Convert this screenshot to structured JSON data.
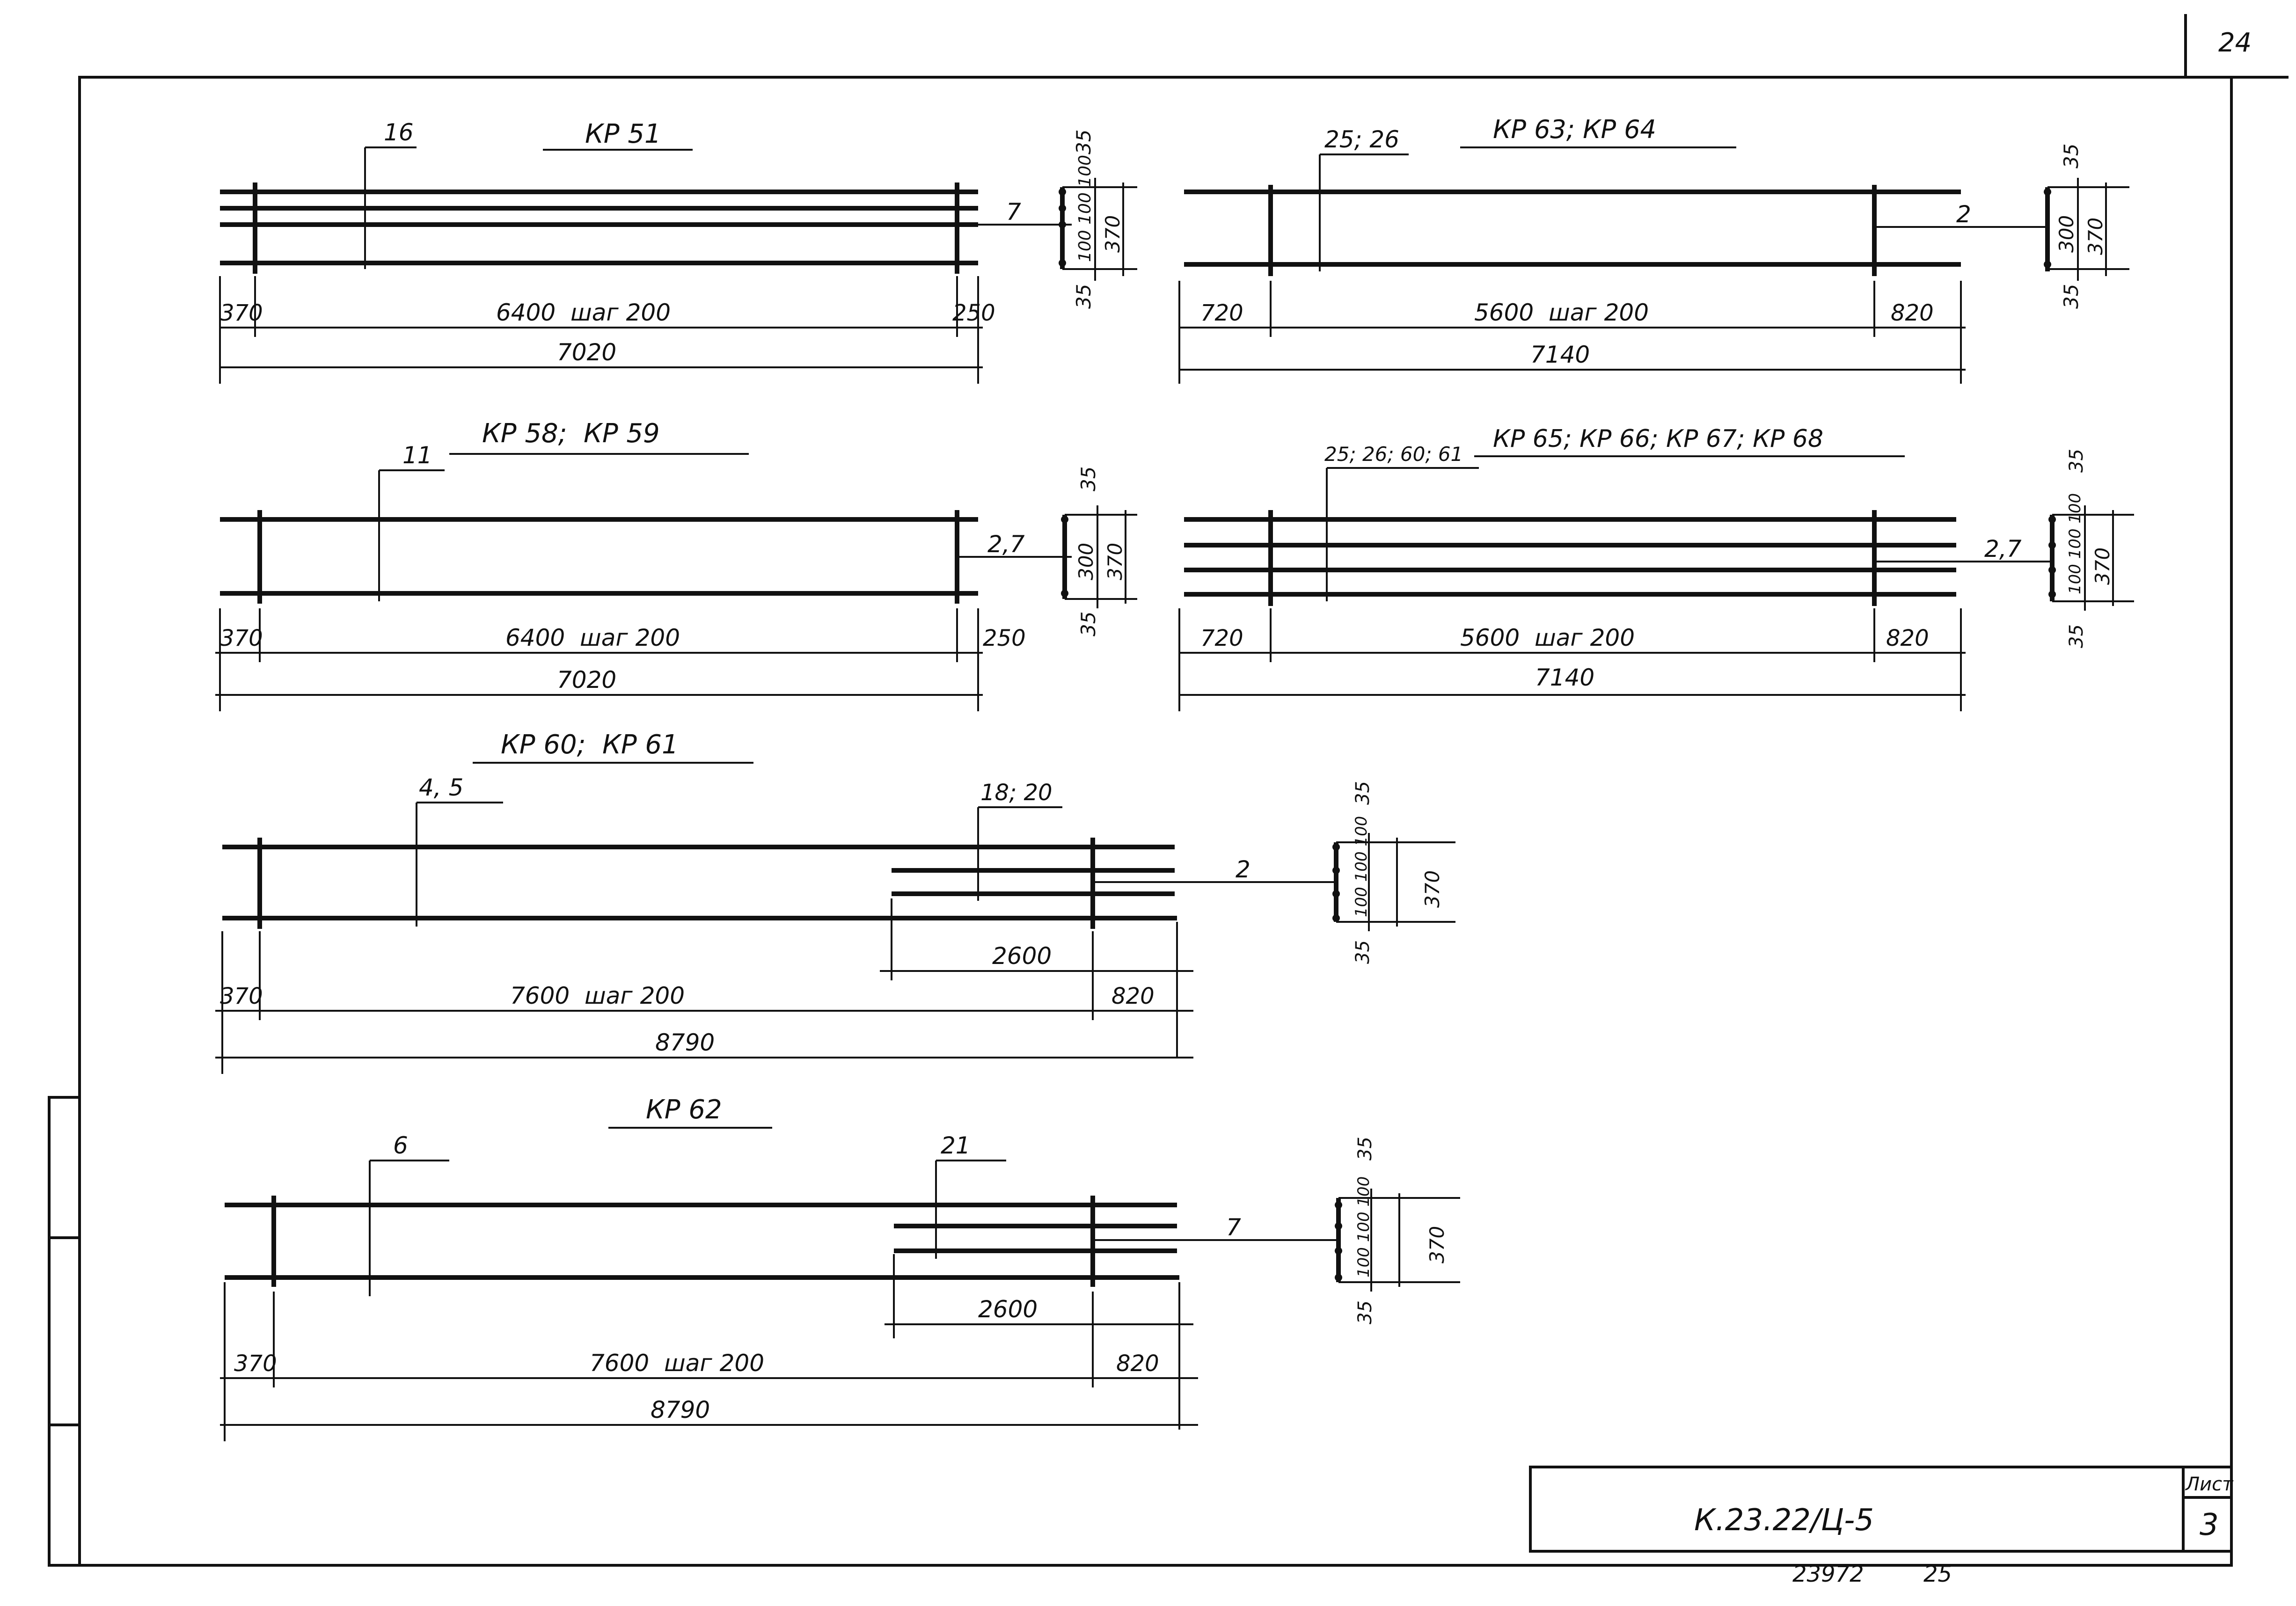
{
  "sheet": {
    "corner_number": "24",
    "doc_code": "К.23.22/Ц-5",
    "sheet_label": "Лист",
    "sheet_number": "3",
    "archive_number": "23972",
    "archive_suffix": "25"
  },
  "frames": [
    {
      "title": "КР 51",
      "mark_label": "16",
      "tag_label": "7",
      "dims": {
        "left_end": "370",
        "middle": "6400  шаг 200",
        "right_end": "250",
        "total": "7020"
      },
      "section": {
        "top_cover": "35",
        "spacings": "100 100 100",
        "bottom_cover": "35",
        "height": "370"
      }
    },
    {
      "title": "КР 63; КР 64",
      "mark_label": "25; 26",
      "tag_label": "2",
      "dims": {
        "left_end": "720",
        "middle": "5600  шаг 200",
        "right_end": "820",
        "total": "7140"
      },
      "section": {
        "top_cover": "35",
        "spacings": "300",
        "bottom_cover": "35",
        "height": "370"
      }
    },
    {
      "title": "КР 58;  КР 59",
      "mark_label": "11",
      "tag_label": "2,7",
      "dims": {
        "left_end": "370",
        "middle": "6400  шаг 200",
        "right_end": "250",
        "total": "7020"
      },
      "section": {
        "top_cover": "35",
        "spacings": "300",
        "bottom_cover": "35",
        "height": "370"
      }
    },
    {
      "title": "КР 65; КР 66; КР 67; КР 68",
      "mark_label": "25; 26; 60; 61",
      "tag_label": "2,7",
      "dims": {
        "left_end": "720",
        "middle": "5600  шаг 200",
        "right_end": "820",
        "total": "7140"
      },
      "section": {
        "top_cover": "35",
        "spacings": "100 100 100",
        "bottom_cover": "35",
        "height": "370"
      }
    },
    {
      "title": "КР 60;  КР 61",
      "mark_label": "4, 5",
      "mark2_label": "18; 20",
      "tag_label": "2",
      "dims": {
        "left_end": "370",
        "middle": "7600  шаг 200",
        "right_end": "820",
        "total": "8790",
        "upper": "2600"
      },
      "section": {
        "top_cover": "35",
        "spacings": "100 100 100",
        "bottom_cover": "35",
        "height": "370"
      }
    },
    {
      "title": "КР 62",
      "mark_label": "6",
      "mark2_label": "21",
      "tag_label": "7",
      "dims": {
        "left_end": "370",
        "middle": "7600  шаг 200",
        "right_end": "820",
        "total": "8790",
        "upper": "2600"
      },
      "section": {
        "top_cover": "35",
        "spacings": "100 100 100",
        "bottom_cover": "35",
        "height": "370"
      }
    }
  ]
}
